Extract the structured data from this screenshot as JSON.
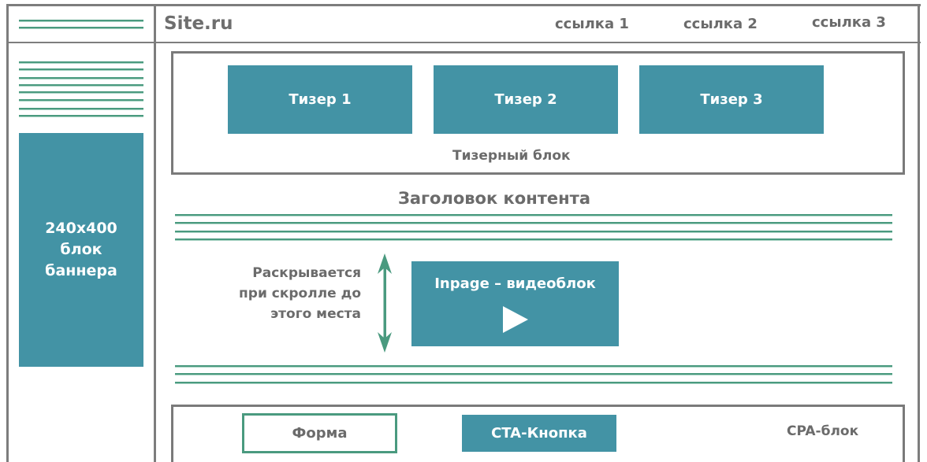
{
  "header": {
    "site_name": "Site.ru",
    "nav_links": [
      "ссылка 1",
      "ссылка 2",
      "ссылка 3"
    ],
    "menu_icon": "hamburger-lines-icon"
  },
  "sidebar": {
    "text_lines_icon": "text-lines-placeholder",
    "banner": {
      "size": "240x400",
      "line2": "блок",
      "line3": "баннера"
    }
  },
  "teaser_block": {
    "teasers": [
      "Тизер 1",
      "Тизер 2",
      "Тизер 3"
    ],
    "caption": "Тизерный блок"
  },
  "content": {
    "heading": "Заголовок контента",
    "scroll_note": [
      "Раскрывается",
      "при скролле до",
      "этого места"
    ],
    "arrow_icon": "double-arrow-vertical-icon",
    "video": {
      "title": "Inpage – видеоблок",
      "play_icon": "play-icon"
    }
  },
  "cpa_block": {
    "form_label": "Форма",
    "cta_label": "CTA-Кнопка",
    "caption": "CPA-блок"
  },
  "colors": {
    "accent_teal": "#4393a5",
    "line_green": "#4a9a7f",
    "frame_gray": "#7a7a7a",
    "text_gray": "#6b6b6b"
  }
}
